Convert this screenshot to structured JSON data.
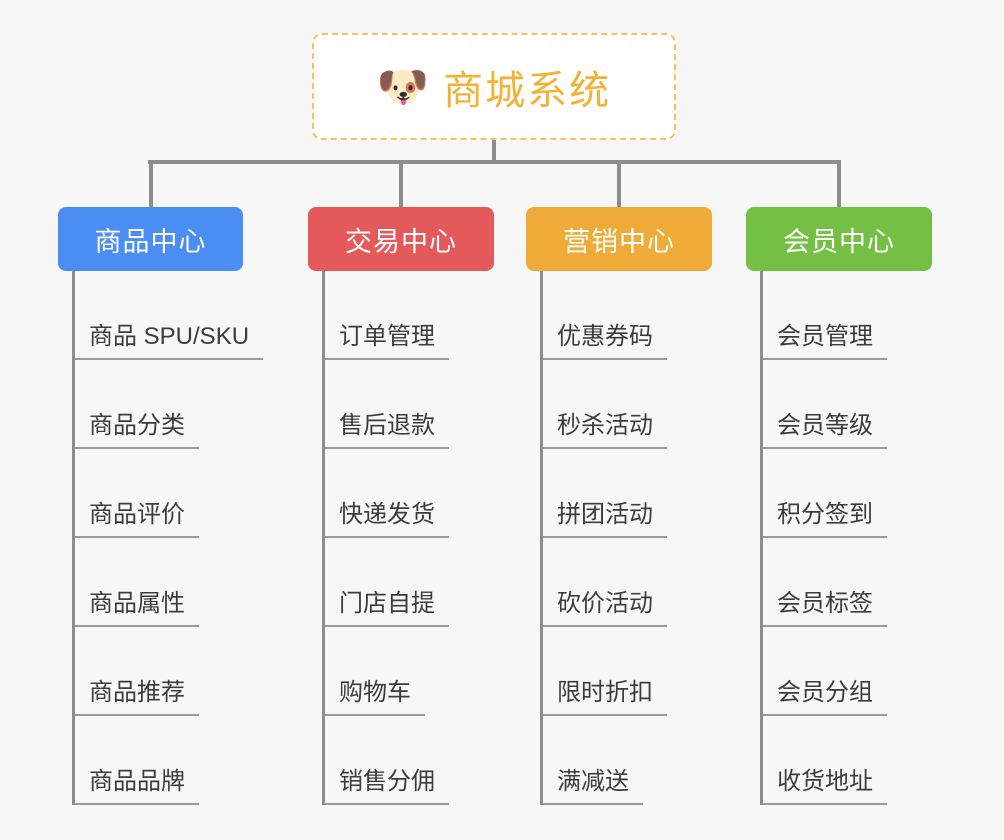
{
  "diagram": {
    "title_text": "商城系统",
    "root": {
      "icon": "shiba-dog-icon",
      "emoji": "🐶",
      "label": "商城系统",
      "border_color": "#f5c35a",
      "text_color": "#f2b236"
    },
    "background_color": "#f7f7f7",
    "connector_color": "#8d8d8d",
    "leaf_text_color": "#3c3c3c",
    "leaf_underline_color": "#9a9a9a",
    "columns": [
      {
        "id": "product-center",
        "label": "商品中心",
        "color": "#4a8ef1",
        "items": [
          "商品 SPU/SKU",
          "商品分类",
          "商品评价",
          "商品属性",
          "商品推荐",
          "商品品牌"
        ]
      },
      {
        "id": "trade-center",
        "label": "交易中心",
        "color": "#e45a5a",
        "items": [
          "订单管理",
          "售后退款",
          "快递发货",
          "门店自提",
          "购物车",
          "销售分佣"
        ]
      },
      {
        "id": "marketing-center",
        "label": "营销中心",
        "color": "#eeab38",
        "items": [
          "优惠券码",
          "秒杀活动",
          "拼团活动",
          "砍价活动",
          "限时折扣",
          "满减送"
        ]
      },
      {
        "id": "member-center",
        "label": "会员中心",
        "color": "#74c045",
        "items": [
          "会员管理",
          "会员等级",
          "积分签到",
          "会员标签",
          "会员分组",
          "收货地址"
        ]
      }
    ]
  }
}
